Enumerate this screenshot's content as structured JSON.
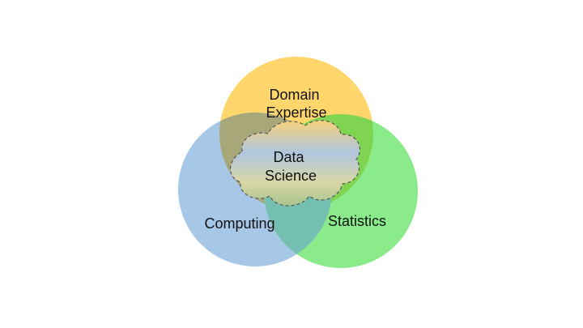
{
  "diagram": {
    "sets": [
      {
        "key": "domain",
        "label_lines": [
          "Domain",
          "Expertise"
        ],
        "color": "#FFD66B"
      },
      {
        "key": "computing",
        "label_lines": [
          "Computing"
        ],
        "color": "#A7C7E7"
      },
      {
        "key": "statistics",
        "label_lines": [
          "Statistics"
        ],
        "color": "#8BEB8B"
      }
    ],
    "center": {
      "label_lines": [
        "Data",
        "Science"
      ],
      "gradient_colors": [
        "#F6D27A",
        "#AFC6DF",
        "#D9D7A7",
        "#A8C48E"
      ],
      "outline_color": "#555555"
    },
    "overlap_colors": {
      "domain_computing": "#A8A77A",
      "domain_statistics": "#7FD552",
      "computing_statistics": "#74BFB1"
    }
  }
}
